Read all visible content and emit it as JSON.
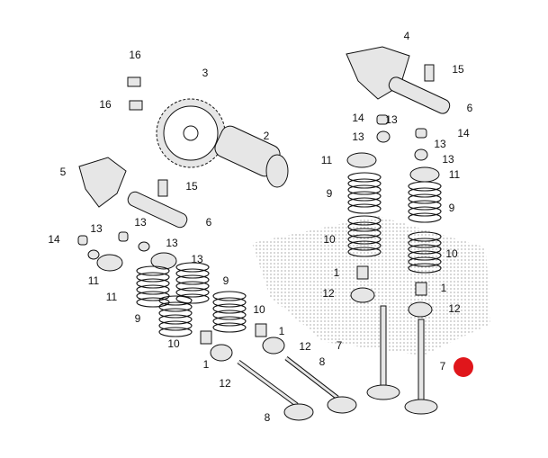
{
  "diagram": {
    "title": "Camshaft / Valve exploded diagram",
    "marker_color": "#e0161b",
    "labels": [
      "16",
      "16",
      "3",
      "2",
      "5",
      "15",
      "6",
      "14",
      "13",
      "13",
      "13",
      "13",
      "11",
      "11",
      "9",
      "9",
      "10",
      "10",
      "1",
      "12",
      "1",
      "12",
      "8",
      "8",
      "4",
      "15",
      "6",
      "14",
      "13",
      "13",
      "14",
      "13",
      "11",
      "13",
      "11",
      "9",
      "9",
      "10",
      "10",
      "1",
      "1",
      "12",
      "12",
      "7",
      "7"
    ]
  }
}
